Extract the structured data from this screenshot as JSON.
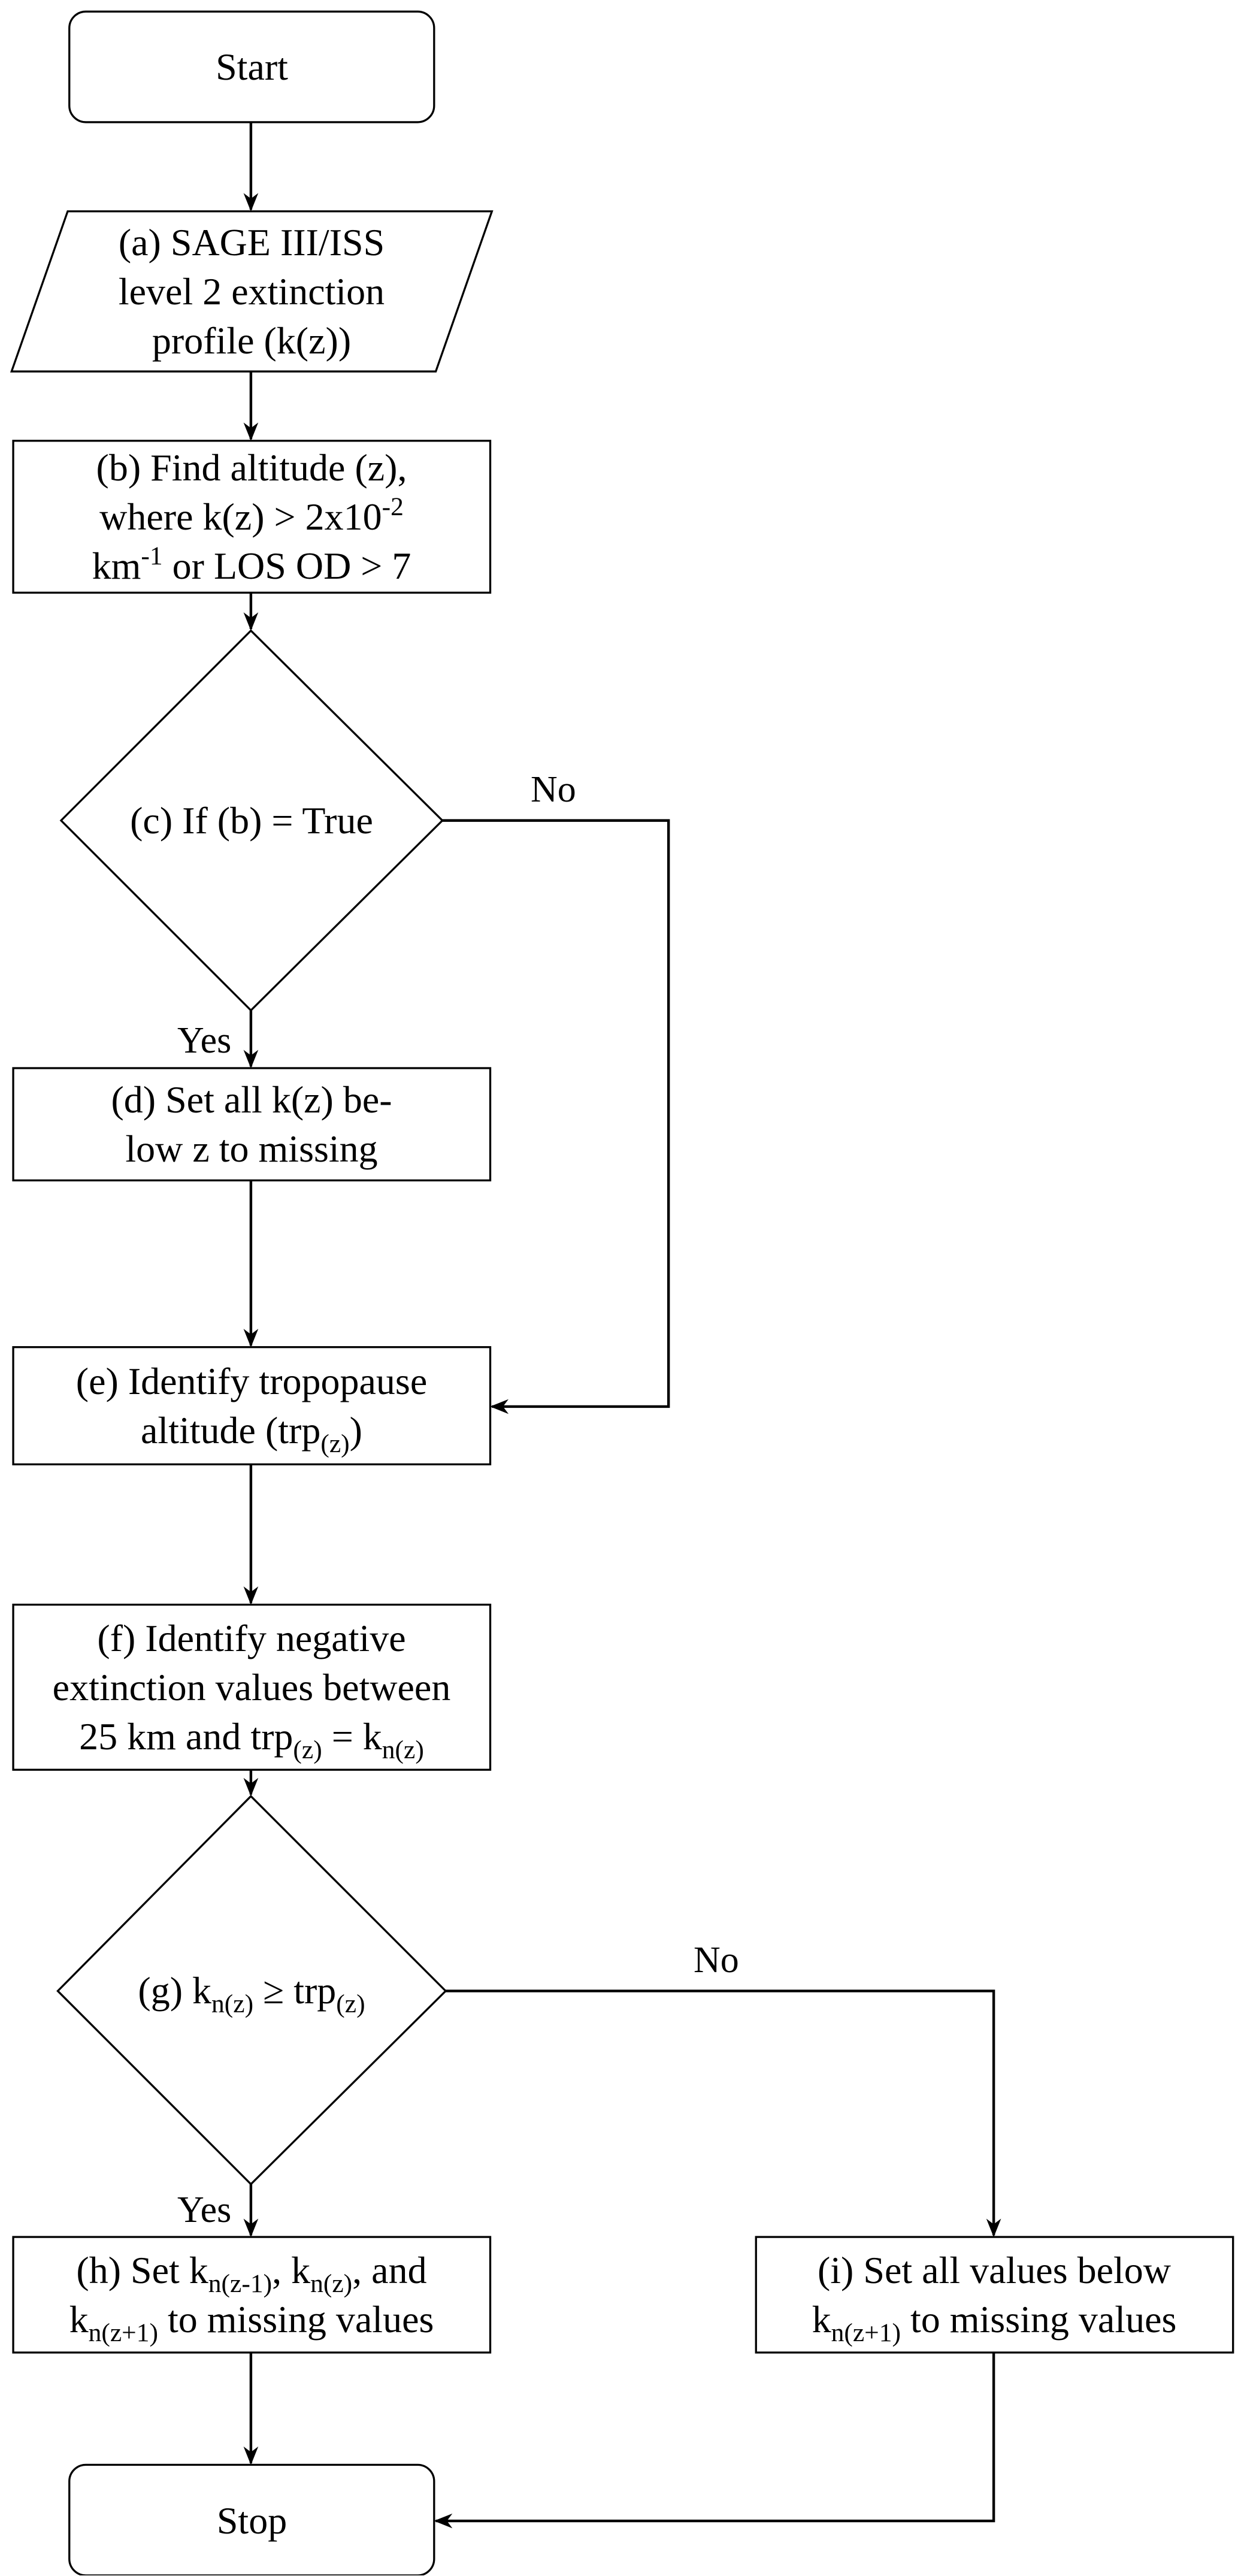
{
  "diagram": {
    "type": "flowchart",
    "nodes": {
      "start": {
        "id": "start",
        "shape": "terminal",
        "label": "Start"
      },
      "a": {
        "id": "a",
        "shape": "data",
        "label": "(a) SAGE III/ISS level 2 extinction profile (k(z))",
        "lines": [
          "(a) SAGE III/ISS",
          "level 2 extinction",
          "profile (k(z))"
        ]
      },
      "b": {
        "id": "b",
        "shape": "process",
        "label": "(b) Find altitude (z), where k(z) > 2x10^-2 km^-1 or LOS OD > 7",
        "line1": "(b) Find altitude (z),",
        "line2_pre": "where k(z) > 2x10",
        "line2_sup": "-2",
        "line3_pre": "km",
        "line3_sup": "-1",
        "line3_post": " or LOS OD > 7"
      },
      "c": {
        "id": "c",
        "shape": "decision",
        "label": "(c) If (b) = True"
      },
      "d": {
        "id": "d",
        "shape": "process",
        "label": "(d) Set all k(z) below z to missing",
        "lines": [
          "(d) Set all k(z) be-",
          "low z to missing"
        ]
      },
      "e": {
        "id": "e",
        "shape": "process",
        "label": "(e) Identify tropopause altitude (trp(z))",
        "line1": "(e) Identify tropopause",
        "line2_pre": "altitude (trp",
        "line2_sub": "(z)",
        "line2_post": ")"
      },
      "f": {
        "id": "f",
        "shape": "process",
        "label": "(f) Identify negative extinction values between 25 km and trp(z) = kn(z)",
        "line1": "(f) Identify negative",
        "line2": "extinction values between",
        "line3_pre": "25 km and trp",
        "line3_sub1": "(z)",
        "line3_mid": " = k",
        "line3_sub2": "n(z)"
      },
      "g": {
        "id": "g",
        "shape": "decision",
        "label": "(g) kn(z) ≥ trp(z)",
        "pre": "(g) k",
        "sub1": "n(z)",
        "mid": " ≥ trp",
        "sub2": "(z)"
      },
      "h": {
        "id": "h",
        "shape": "process",
        "label": "(h) Set kn(z-1), kn(z), and kn(z+1) to missing values",
        "l1_pre": "(h) Set k",
        "l1_sub1": "n(z-1)",
        "l1_mid": ", k",
        "l1_sub2": "n(z)",
        "l1_post": ", and",
        "l2_pre": "k",
        "l2_sub": "n(z+1)",
        "l2_post": " to missing values"
      },
      "i": {
        "id": "i",
        "shape": "process",
        "label": "(i) Set all values below kn(z+1) to missing values",
        "line1": "(i) Set all values below",
        "l2_pre": "k",
        "l2_sub": "n(z+1)",
        "l2_post": " to missing values"
      },
      "stop": {
        "id": "stop",
        "shape": "terminal",
        "label": "Stop"
      }
    },
    "edges": [
      {
        "from": "start",
        "to": "a",
        "label": ""
      },
      {
        "from": "a",
        "to": "b",
        "label": ""
      },
      {
        "from": "b",
        "to": "c",
        "label": ""
      },
      {
        "from": "c",
        "to": "d",
        "label": "Yes"
      },
      {
        "from": "c",
        "to": "e",
        "label": "No"
      },
      {
        "from": "d",
        "to": "e",
        "label": ""
      },
      {
        "from": "e",
        "to": "f",
        "label": ""
      },
      {
        "from": "f",
        "to": "g",
        "label": ""
      },
      {
        "from": "g",
        "to": "h",
        "label": "Yes"
      },
      {
        "from": "g",
        "to": "i",
        "label": "No"
      },
      {
        "from": "h",
        "to": "stop",
        "label": ""
      },
      {
        "from": "i",
        "to": "stop",
        "label": ""
      }
    ],
    "edge_labels": {
      "c_yes": "Yes",
      "c_no": "No",
      "g_yes": "Yes",
      "g_no": "No"
    }
  }
}
